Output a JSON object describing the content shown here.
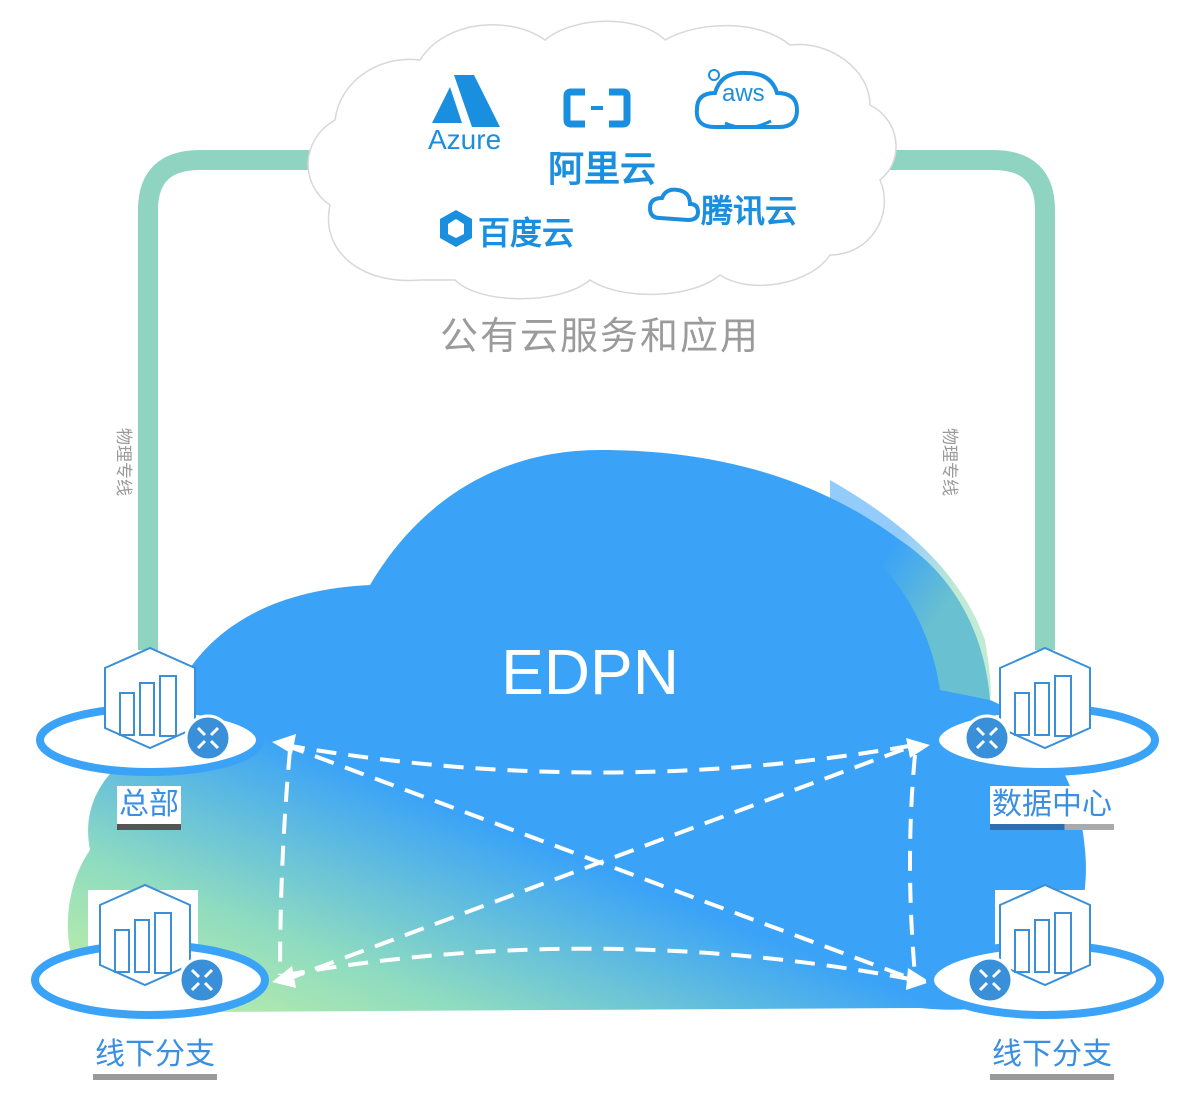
{
  "cloud_providers": {
    "azure": "Azure",
    "aliyun": "阿里云",
    "aws": "aws",
    "tencent": "腾讯云",
    "baidu": "百度云"
  },
  "caption": "公有云服务和应用",
  "links": {
    "left": "物理专线",
    "right": "物理专线"
  },
  "network": "EDPN",
  "nodes": {
    "hq": "总部",
    "datacenter": "数据中心",
    "branch_left": "线下分支",
    "branch_right": "线下分支"
  },
  "colors": {
    "cloud_blue": "#3ba3f7",
    "accent_blue": "#1a8fe0",
    "link_green": "#8fd3c1",
    "gradient_green": "#c8f2a0",
    "label_gray": "#9b9b9b"
  }
}
